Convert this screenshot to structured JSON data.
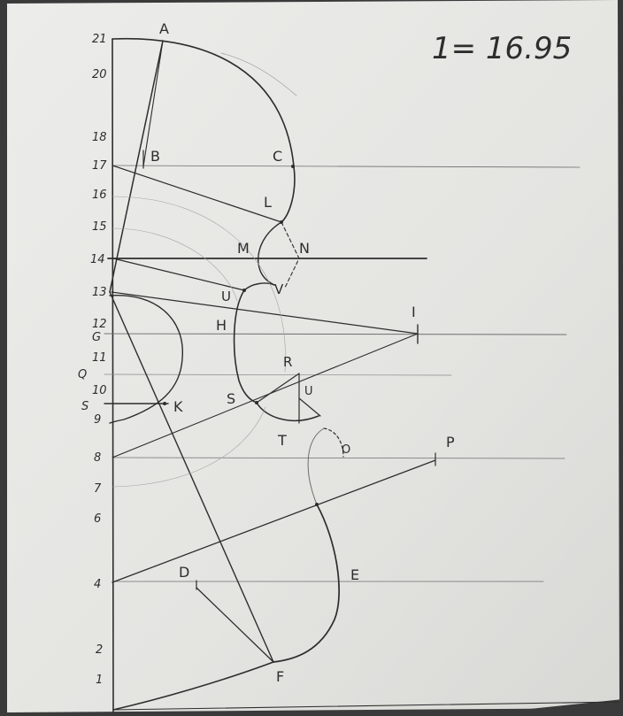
{
  "scale_note": "1= 16.95",
  "y_axis_labels": [
    "21",
    "20",
    "18",
    "17",
    "16",
    "15",
    "14",
    "13",
    "12",
    "G",
    "11",
    "Q",
    "10",
    "S",
    "9",
    "8",
    "7",
    "6",
    "4",
    "2",
    "1"
  ],
  "point_labels": {
    "A": "A",
    "B": "B",
    "C": "C",
    "L": "L",
    "M": "M",
    "N": "N",
    "U": "U",
    "V": "V",
    "I": "I",
    "H": "H",
    "R": "R",
    "K": "K",
    "S": "S",
    "T": "T",
    "O": "O",
    "P": "P",
    "D": "D",
    "E": "E",
    "F": "F"
  },
  "colors": {
    "paper": "#e9e9e6",
    "pencil": "#2d2d2d",
    "pencil_light": "#8a8a8a",
    "background": "#3a3a3a"
  }
}
